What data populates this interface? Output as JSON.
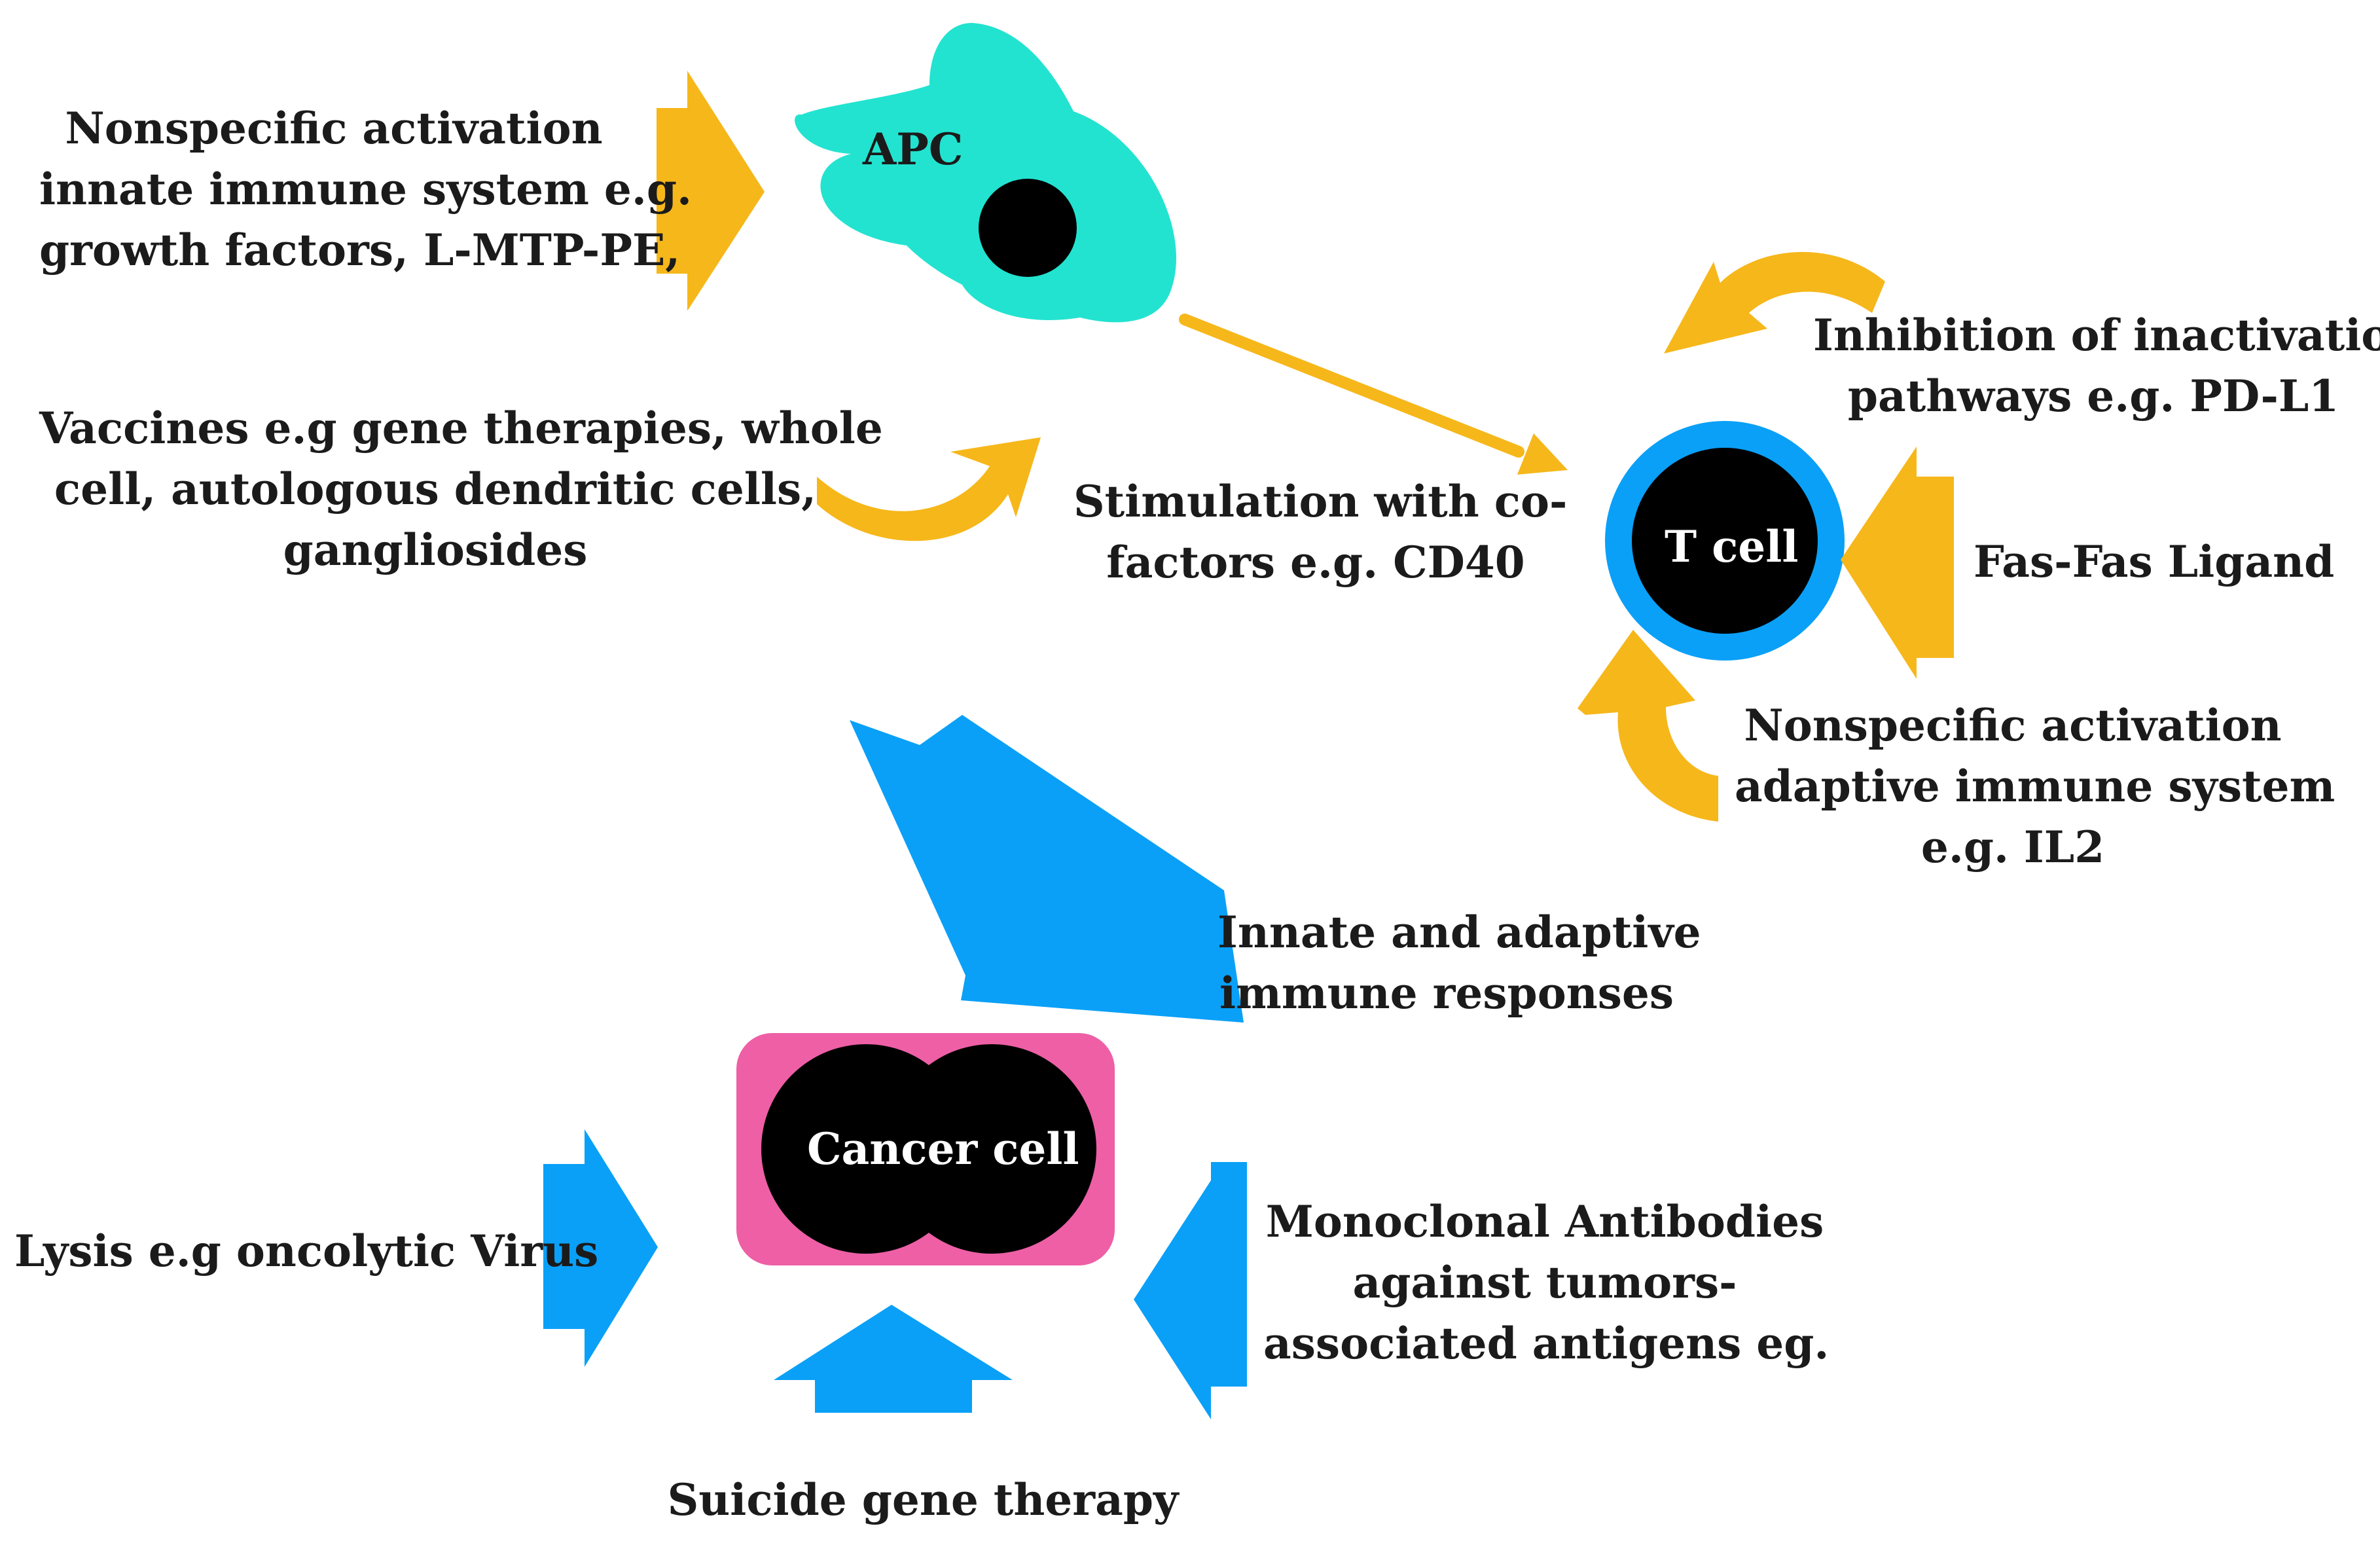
{
  "colors": {
    "orange": "#F6B71A",
    "blue": "#0AA0F7",
    "teal": "#22E3D0",
    "pink": "#EE5FA6",
    "black": "#000000",
    "text": "#1b1b1b"
  },
  "cells": {
    "apc": "APC",
    "t_cell": "T cell",
    "cancer_cell": "Cancer cell"
  },
  "labels": {
    "nonspecific_innate": [
      "Nonspecific activation",
      "innate immune system e.g.",
      "growth factors, L-MTP-PE,"
    ],
    "vaccines": [
      "Vaccines e.g gene therapies, whole",
      "cell, autologous dendritic cells,",
      "gangliosides"
    ],
    "stimulation": [
      "Stimulation with co-",
      "factors e.g. CD40"
    ],
    "inhibition": [
      "Inhibition of inactivation",
      "pathways e.g. PD-L1"
    ],
    "fas": "Fas-Fas Ligand",
    "nonspecific_adaptive": [
      "Nonspecific activation",
      "adaptive immune system",
      "e.g. IL2"
    ],
    "innate_adaptive": [
      "Innate and adaptive",
      "immune responses"
    ],
    "lysis": "Lysis e.g oncolytic Virus",
    "monoclonal": [
      "Monoclonal Antibodies",
      "against tumors-",
      "associated antigens eg."
    ],
    "suicide": "Suicide gene therapy"
  }
}
